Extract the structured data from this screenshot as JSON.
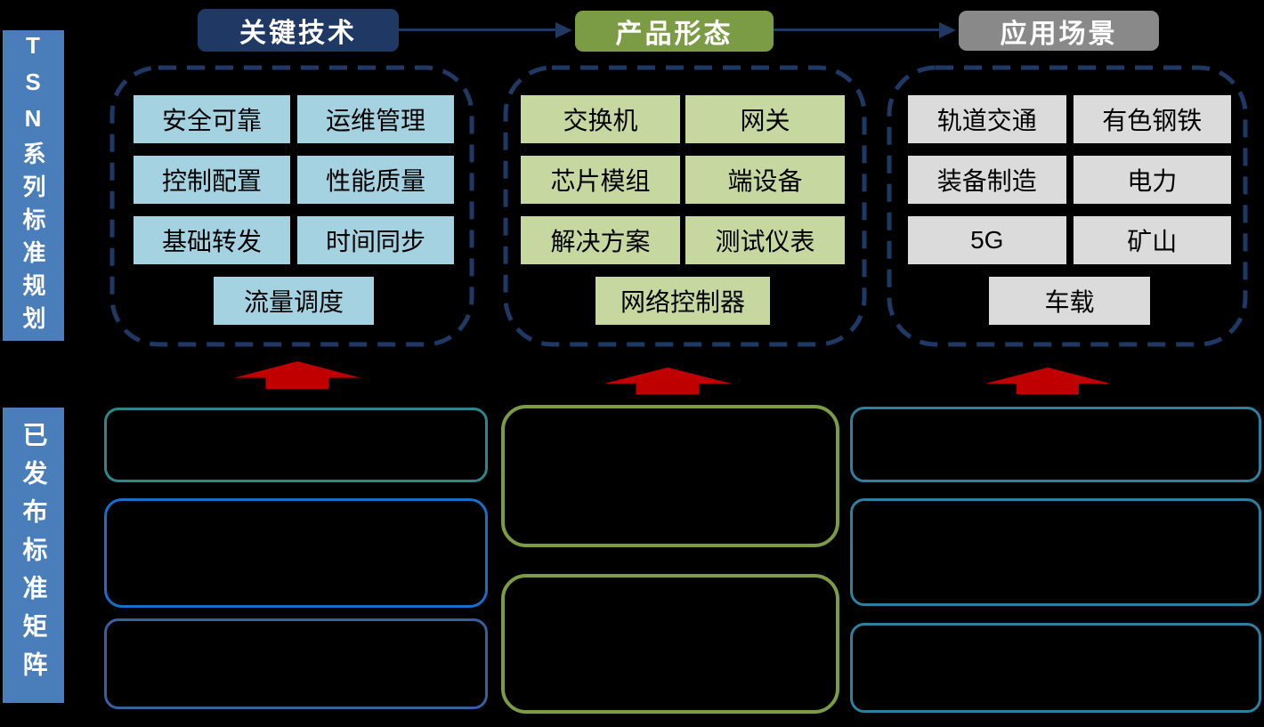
{
  "colors": {
    "background": "#000000",
    "sidebar_blue": "#4a7ebb",
    "header_navy": "#1f3864",
    "header_olive": "#7c9b45",
    "header_gray": "#898989",
    "tile_light_blue": "#a5d2e0",
    "tile_light_green": "#c6d8a0",
    "tile_light_gray": "#dbdbdb",
    "dashed_outline_navy": "#203864",
    "up_arrow_red": "#c00000",
    "published_box_teal": "#2e8689",
    "published_box_blue": "#1b6ec8",
    "published_box_slate": "#3a5e9e",
    "published_box_green": "#7c9b45",
    "published_box_cyan": "#2d80a0"
  },
  "sidebar_top": {
    "label": "TSN系列标准规划"
  },
  "sidebar_bottom": {
    "label": "已发布标准矩阵"
  },
  "flow": {
    "headers": [
      {
        "label": "关键技术"
      },
      {
        "label": "产品形态"
      },
      {
        "label": "应用场景"
      }
    ]
  },
  "columns": [
    {
      "name": "key-tech",
      "rows": [
        [
          "安全可靠",
          "运维管理"
        ],
        [
          "控制配置",
          "性能质量"
        ],
        [
          "基础转发",
          "时间同步"
        ],
        [
          "流量调度"
        ]
      ]
    },
    {
      "name": "product",
      "rows": [
        [
          "交换机",
          "网关"
        ],
        [
          "芯片模组",
          "端设备"
        ],
        [
          "解决方案",
          "测试仪表"
        ],
        [
          "网络控制器"
        ]
      ]
    },
    {
      "name": "scenario",
      "rows": [
        [
          "轨道交通",
          "有色钢铁"
        ],
        [
          "装备制造",
          "电力"
        ],
        [
          "5G",
          "矿山"
        ],
        [
          "车载"
        ]
      ]
    }
  ]
}
